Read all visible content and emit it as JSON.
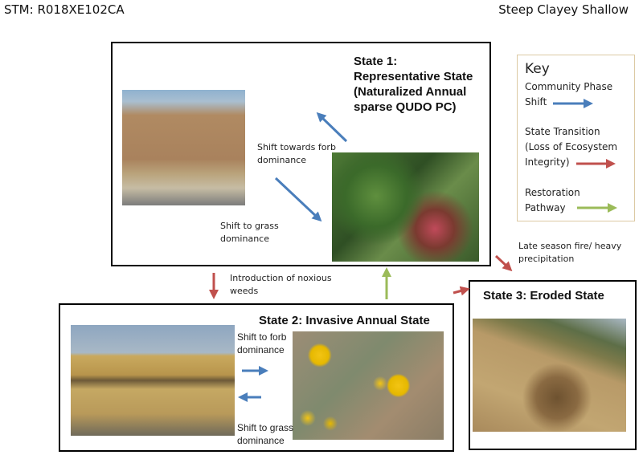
{
  "header": {
    "stm_id": "STM: R018XE102CA",
    "site_name": "Steep Clayey Shallow"
  },
  "state1": {
    "title_lines": [
      "State 1:",
      "Representative State",
      "(Naturalized Annual",
      "sparse QUDO PC)"
    ],
    "shift_forb": [
      "Shift towards forb",
      "dominance"
    ],
    "shift_grass": [
      "Shift to grass",
      "dominance"
    ]
  },
  "key": {
    "title": "Key",
    "phase_shift": [
      "Community Phase",
      "Shift"
    ],
    "state_transition": [
      "State Transition",
      "(Loss of Ecosystem",
      "Integrity)"
    ],
    "restoration": [
      "Restoration",
      "Pathway"
    ]
  },
  "transitions": {
    "noxious": [
      "Introduction of noxious",
      "weeds"
    ],
    "fire": [
      "Late season fire/ heavy",
      "precipitation"
    ]
  },
  "state2": {
    "title": "State 2: Invasive Annual State",
    "shift_forb": [
      "Shift to forb",
      "dominance"
    ],
    "shift_grass": [
      "Shift to grass",
      "dominance"
    ]
  },
  "state3": {
    "title": "State 3: Eroded State"
  },
  "colors": {
    "phase_shift": "#4a7ebb",
    "state_transition": "#c0504d",
    "restoration": "#9bbb59",
    "key_border": "#dcc9a3"
  }
}
